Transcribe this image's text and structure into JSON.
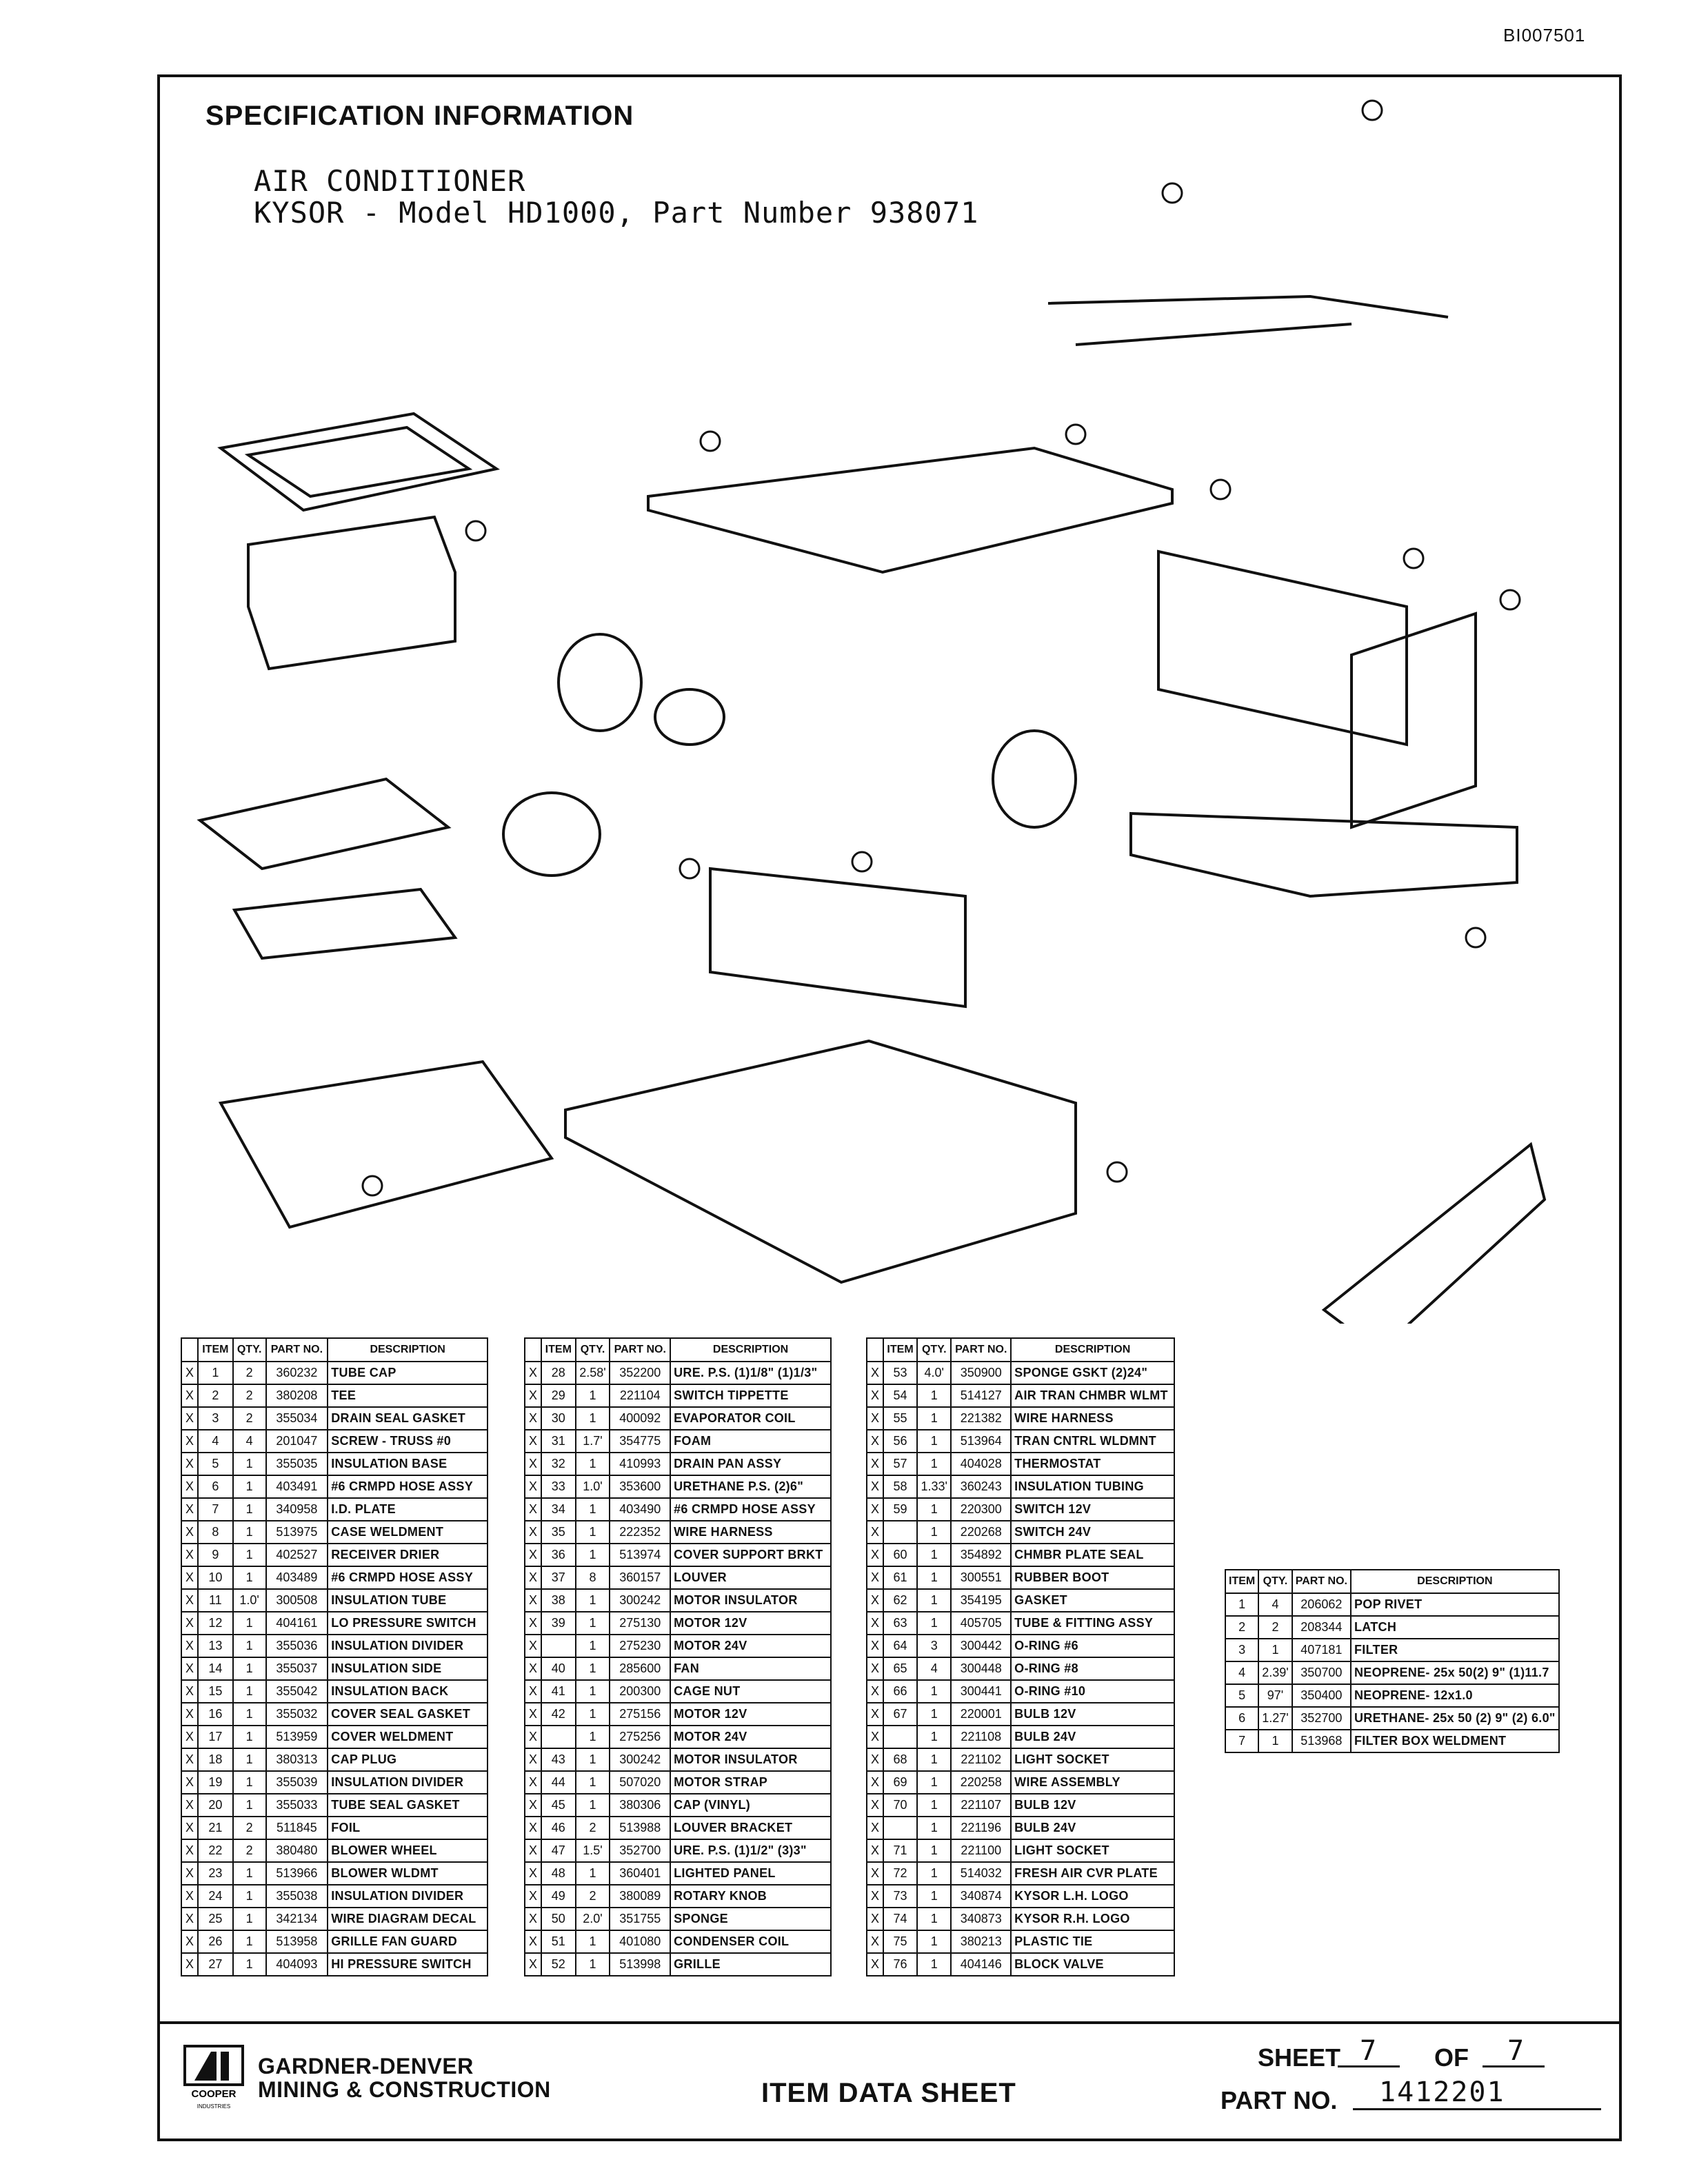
{
  "doc_id": "BI007501",
  "spec_title": "SPECIFICATION INFORMATION",
  "subtitle_line1": "AIR CONDITIONER",
  "subtitle_line2": "KYSOR - Model HD1000, Part Number 938071",
  "table_headers": [
    "ITEM",
    "QTY.",
    "PART NO.",
    "DESCRIPTION"
  ],
  "table1": [
    [
      "1",
      "2",
      "360232",
      "TUBE CAP"
    ],
    [
      "2",
      "2",
      "380208",
      "TEE"
    ],
    [
      "3",
      "2",
      "355034",
      "DRAIN SEAL GASKET"
    ],
    [
      "4",
      "4",
      "201047",
      "SCREW - TRUSS #0"
    ],
    [
      "5",
      "1",
      "355035",
      "INSULATION BASE"
    ],
    [
      "6",
      "1",
      "403491",
      "#6 CRMPD HOSE ASSY"
    ],
    [
      "7",
      "1",
      "340958",
      "I.D. PLATE"
    ],
    [
      "8",
      "1",
      "513975",
      "CASE WELDMENT"
    ],
    [
      "9",
      "1",
      "402527",
      "RECEIVER DRIER"
    ],
    [
      "10",
      "1",
      "403489",
      "#6 CRMPD HOSE ASSY"
    ],
    [
      "11",
      "1.0'",
      "300508",
      "INSULATION TUBE"
    ],
    [
      "12",
      "1",
      "404161",
      "LO PRESSURE SWITCH"
    ],
    [
      "13",
      "1",
      "355036",
      "INSULATION DIVIDER"
    ],
    [
      "14",
      "1",
      "355037",
      "INSULATION SIDE"
    ],
    [
      "15",
      "1",
      "355042",
      "INSULATION BACK"
    ],
    [
      "16",
      "1",
      "355032",
      "COVER SEAL GASKET"
    ],
    [
      "17",
      "1",
      "513959",
      "COVER WELDMENT"
    ],
    [
      "18",
      "1",
      "380313",
      "CAP PLUG"
    ],
    [
      "19",
      "1",
      "355039",
      "INSULATION DIVIDER"
    ],
    [
      "20",
      "1",
      "355033",
      "TUBE SEAL GASKET"
    ],
    [
      "21",
      "2",
      "511845",
      "FOIL"
    ],
    [
      "22",
      "2",
      "380480",
      "BLOWER WHEEL"
    ],
    [
      "23",
      "1",
      "513966",
      "BLOWER WLDMT"
    ],
    [
      "24",
      "1",
      "355038",
      "INSULATION DIVIDER"
    ],
    [
      "25",
      "1",
      "342134",
      "WIRE DIAGRAM DECAL"
    ],
    [
      "26",
      "1",
      "513958",
      "GRILLE FAN GUARD"
    ],
    [
      "27",
      "1",
      "404093",
      "HI PRESSURE SWITCH"
    ]
  ],
  "table2": [
    [
      "28",
      "2.58'",
      "352200",
      "URE. P.S. (1)1/8\" (1)1/3\""
    ],
    [
      "29",
      "1",
      "221104",
      "SWITCH TIPPETTE"
    ],
    [
      "30",
      "1",
      "400092",
      "EVAPORATOR COIL"
    ],
    [
      "31",
      "1.7'",
      "354775",
      "FOAM"
    ],
    [
      "32",
      "1",
      "410993",
      "DRAIN PAN ASSY"
    ],
    [
      "33",
      "1.0'",
      "353600",
      "URETHANE P.S. (2)6\""
    ],
    [
      "34",
      "1",
      "403490",
      "#6 CRMPD HOSE ASSY"
    ],
    [
      "35",
      "1",
      "222352",
      "WIRE HARNESS"
    ],
    [
      "36",
      "1",
      "513974",
      "COVER SUPPORT BRKT"
    ],
    [
      "37",
      "8",
      "360157",
      "LOUVER"
    ],
    [
      "38",
      "1",
      "300242",
      "MOTOR INSULATOR"
    ],
    [
      "39",
      "1",
      "275130",
      "MOTOR 12V"
    ],
    [
      "",
      "1",
      "275230",
      "MOTOR 24V"
    ],
    [
      "40",
      "1",
      "285600",
      "FAN"
    ],
    [
      "41",
      "1",
      "200300",
      "CAGE NUT"
    ],
    [
      "42",
      "1",
      "275156",
      "MOTOR 12V"
    ],
    [
      "",
      "1",
      "275256",
      "MOTOR 24V"
    ],
    [
      "43",
      "1",
      "300242",
      "MOTOR INSULATOR"
    ],
    [
      "44",
      "1",
      "507020",
      "MOTOR STRAP"
    ],
    [
      "45",
      "1",
      "380306",
      "CAP (VINYL)"
    ],
    [
      "46",
      "2",
      "513988",
      "LOUVER BRACKET"
    ],
    [
      "47",
      "1.5'",
      "352700",
      "URE. P.S. (1)1/2\" (3)3\""
    ],
    [
      "48",
      "1",
      "360401",
      "LIGHTED PANEL"
    ],
    [
      "49",
      "2",
      "380089",
      "ROTARY KNOB"
    ],
    [
      "50",
      "2.0'",
      "351755",
      "SPONGE"
    ],
    [
      "51",
      "1",
      "401080",
      "CONDENSER COIL"
    ],
    [
      "52",
      "1",
      "513998",
      "GRILLE"
    ]
  ],
  "table3": [
    [
      "53",
      "4.0'",
      "350900",
      "SPONGE GSKT (2)24\""
    ],
    [
      "54",
      "1",
      "514127",
      "AIR TRAN CHMBR WLMT"
    ],
    [
      "55",
      "1",
      "221382",
      "WIRE HARNESS"
    ],
    [
      "56",
      "1",
      "513964",
      "TRAN CNTRL WLDMNT"
    ],
    [
      "57",
      "1",
      "404028",
      "THERMOSTAT"
    ],
    [
      "58",
      "1.33'",
      "360243",
      "INSULATION TUBING"
    ],
    [
      "59",
      "1",
      "220300",
      "SWITCH 12V"
    ],
    [
      "",
      "1",
      "220268",
      "SWITCH 24V"
    ],
    [
      "60",
      "1",
      "354892",
      "CHMBR PLATE SEAL"
    ],
    [
      "61",
      "1",
      "300551",
      "RUBBER BOOT"
    ],
    [
      "62",
      "1",
      "354195",
      "GASKET"
    ],
    [
      "63",
      "1",
      "405705",
      "TUBE & FITTING ASSY"
    ],
    [
      "64",
      "3",
      "300442",
      "O-RING #6"
    ],
    [
      "65",
      "4",
      "300448",
      "O-RING #8"
    ],
    [
      "66",
      "1",
      "300441",
      "O-RING #10"
    ],
    [
      "67",
      "1",
      "220001",
      "BULB 12V"
    ],
    [
      "",
      "1",
      "221108",
      "BULB 24V"
    ],
    [
      "68",
      "1",
      "221102",
      "LIGHT SOCKET"
    ],
    [
      "69",
      "1",
      "220258",
      "WIRE ASSEMBLY"
    ],
    [
      "70",
      "1",
      "221107",
      "BULB 12V"
    ],
    [
      "",
      "1",
      "221196",
      "BULB 24V"
    ],
    [
      "71",
      "1",
      "221100",
      "LIGHT SOCKET"
    ],
    [
      "72",
      "1",
      "514032",
      "FRESH AIR CVR PLATE"
    ],
    [
      "73",
      "1",
      "340874",
      "KYSOR L.H. LOGO"
    ],
    [
      "74",
      "1",
      "340873",
      "KYSOR R.H. LOGO"
    ],
    [
      "75",
      "1",
      "380213",
      "PLASTIC TIE"
    ],
    [
      "76",
      "1",
      "404146",
      "BLOCK VALVE"
    ]
  ],
  "table4": [
    [
      "1",
      "4",
      "206062",
      "POP RIVET"
    ],
    [
      "2",
      "2",
      "208344",
      "LATCH"
    ],
    [
      "3",
      "1",
      "407181",
      "FILTER"
    ],
    [
      "4",
      "2.39'",
      "350700",
      "NEOPRENE- 25x 50(2) 9\" (1)11.7"
    ],
    [
      "5",
      "97'",
      "350400",
      "NEOPRENE- 12x1.0"
    ],
    [
      "6",
      "1.27'",
      "352700",
      "URETHANE- 25x 50 (2) 9\" (2) 6.0\""
    ],
    [
      "7",
      "1",
      "513968",
      "FILTER BOX WELDMENT"
    ]
  ],
  "company_line1": "GARDNER-DENVER",
  "company_line2": "MINING & CONSTRUCTION",
  "logo_text": "COOPER INDUSTRIES",
  "ids_title": "ITEM DATA SHEET",
  "sheet_label": "SHEET",
  "sheet_num": "7",
  "of_label": "OF",
  "of_num": "7",
  "partno_label": "PART NO.",
  "partno_value": "1412201"
}
